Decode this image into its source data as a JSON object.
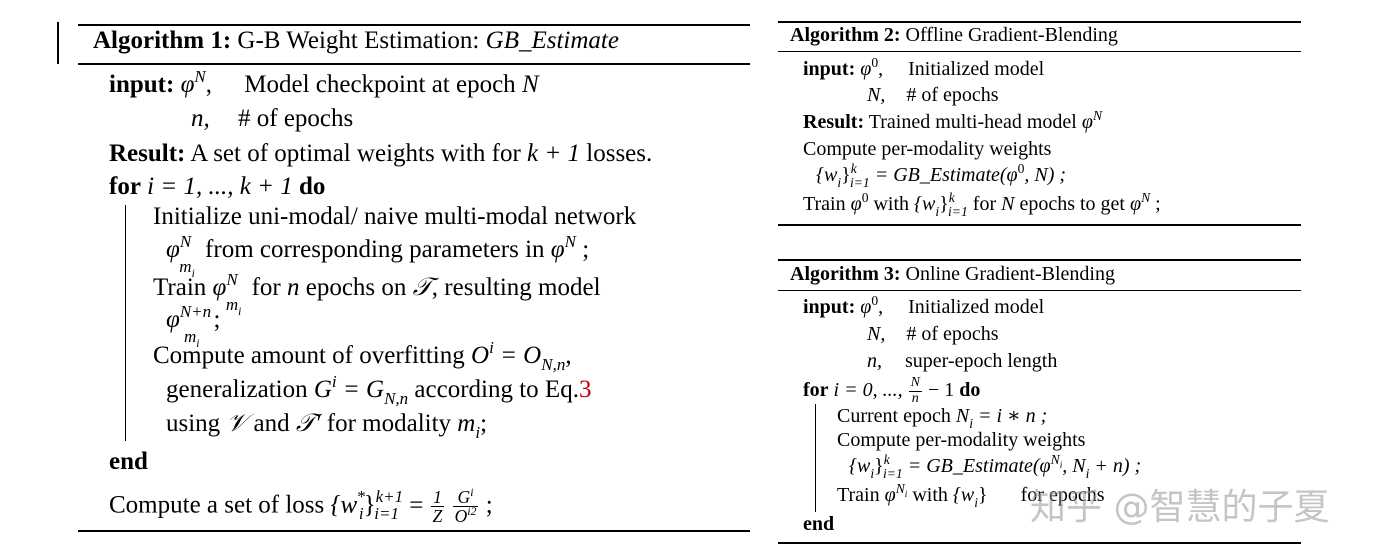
{
  "alg1": {
    "title_bold": "Algorithm 1:",
    "title_text": "G-B Weight Estimation:",
    "title_func": "GB_Estimate",
    "input_kw": "input:",
    "input1_sym": "φ",
    "input1_sup": "N",
    "input1_sep": ",",
    "input1_desc": "Model checkpoint at epoch",
    "input1_var": "N",
    "input2_sym": "n,",
    "input2_desc": "# of epochs",
    "result_kw": "Result:",
    "result_text1": "A set of optimal weights with for",
    "result_math": "k + 1",
    "result_text2": "losses.",
    "for_kw": "for",
    "for_math": "i = 1, ..., k + 1",
    "do_kw": "do",
    "l1": "Initialize uni-modal/ naive multi-modal network",
    "l2_a": "from corresponding parameters in",
    "l2_end": ";",
    "l3_a": "Train",
    "l3_b": "for",
    "l3_n": "n",
    "l3_c": "epochs on",
    "l3_T": "𝒯",
    "l3_d": ", resulting model",
    "l4_end": ";",
    "l5_a": "Compute amount of overfitting",
    "l5_math": "O",
    "l5_sup": "i",
    "l5_eq": "= O",
    "l5_sub": "N,n",
    "l5_end": ",",
    "l6_a": "generalization",
    "l6_G": "G",
    "l6_sup": "i",
    "l6_eq": "= G",
    "l6_sub": "N,n",
    "l6_b": "according to Eq.",
    "l6_ref": "3",
    "l7_a": "using",
    "l7_V": "𝒱",
    "l7_and": "and",
    "l7_T": "𝒯′",
    "l7_b": "for modality",
    "l7_m": "m",
    "l7_msub": "i",
    "l7_end": ";",
    "end_kw": "end",
    "last_a": "Compute a set of loss",
    "last_w": "{w",
    "last_wsup": "*",
    "last_wsub": "i",
    "last_close": "}",
    "last_range_sup": "k+1",
    "last_range_sub": "i=1",
    "last_eq": "=",
    "frac1_num": "1",
    "frac1_den": "Z",
    "frac2_num": "G",
    "frac2_num_sup": "i",
    "frac2_den": "O",
    "frac2_den_sup": "i2",
    "last_end": ";"
  },
  "alg2": {
    "title_bold": "Algorithm 2:",
    "title_text": "Offline Gradient-Blending",
    "input_kw": "input:",
    "in1_sym": "φ",
    "in1_sup": "0",
    "in1_sep": ",",
    "in1_desc": "Initialized model",
    "in2_sym": "N,",
    "in2_desc": "# of epochs",
    "result_kw": "Result:",
    "result_text": "Trained multi-head model",
    "result_sym": "φ",
    "result_sup": "N",
    "l1": "Compute per-modality weights",
    "l2": "{w",
    "l2_sub": "i",
    "l2_close": "}",
    "l2_sup": "k",
    "l2_sub2": "i=1",
    "l2_rest": "= GB_Estimate(φ",
    "l2_rest_sup": "0",
    "l2_rest_end": ", N) ;",
    "l3_a": "Train",
    "l3_sym": "φ",
    "l3_sup": "0",
    "l3_with": "with",
    "l3_w": "{w",
    "l3_wsub": "i",
    "l3_close": "}",
    "l3_ksup": "k",
    "l3_ksub": "i=1",
    "l3_for": "for",
    "l3_N": "N",
    "l3_b": "epochs to get",
    "l3_sym2": "φ",
    "l3_sup2": "N",
    "l3_end": ";"
  },
  "alg3": {
    "title_bold": "Algorithm 3:",
    "title_text": "Online Gradient-Blending",
    "input_kw": "input:",
    "in1_sym": "φ",
    "in1_sup": "0",
    "in1_sep": ",",
    "in1_desc": "Initialized model",
    "in2_sym": "N,",
    "in2_desc": "# of epochs",
    "in3_sym": "n,",
    "in3_desc": "super-epoch length",
    "for_kw": "for",
    "for_math": "i = 0, ...,",
    "frac_num": "N",
    "frac_den": "n",
    "for_math2": "− 1",
    "do_kw": "do",
    "l1_a": "Current epoch",
    "l1_N": "N",
    "l1_sub": "i",
    "l1_rest": "= i ∗ n ;",
    "l2": "Compute per-modality weights",
    "l3": "{w",
    "l3_sub": "i",
    "l3_close": "}",
    "l3_sup": "k",
    "l3_sub2": "i=1",
    "l3_rest": "= GB_Estimate(φ",
    "l3_rest_sup": "N",
    "l3_rest_supsub": "i",
    "l3_rest_end": ", N",
    "l3_rest_end_sub": "i",
    "l3_rest_end2": "+ n) ;",
    "l4_a": "Train",
    "l4_sym": "φ",
    "l4_sup": "N",
    "l4_supsub": "i",
    "l4_with": "with",
    "l4_w": "{w",
    "l4_wsub": "i",
    "l4_close": "}",
    "l4_for": "for",
    "l4_b": "epochs",
    "end_kw": "end"
  },
  "watermark": "知乎 @智慧的子夏"
}
